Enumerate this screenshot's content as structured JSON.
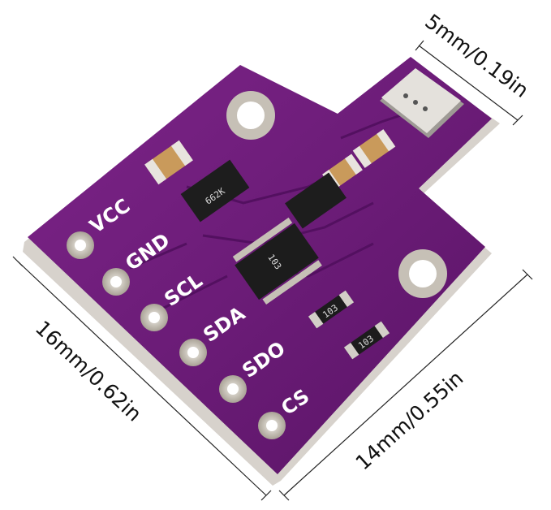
{
  "dimensions": {
    "top": "5mm/0.19in",
    "left": "16mm/0.62in",
    "right": "14mm/0.55in"
  },
  "pins": [
    "VCC",
    "GND",
    "SCL",
    "SDA",
    "SDO",
    "CS"
  ],
  "components": {
    "regulator_marking": "662K",
    "resistor_array_marking": "103",
    "resistor_1_marking": "103",
    "resistor_2_marking": "103"
  },
  "colors": {
    "pcb": "#6e1a7a",
    "pcb_dark": "#4a0f57",
    "pad": "#c9c3b8",
    "silk": "#ffffff",
    "sensor": "#d9d6d0",
    "capacitor": "#c99a5b"
  }
}
